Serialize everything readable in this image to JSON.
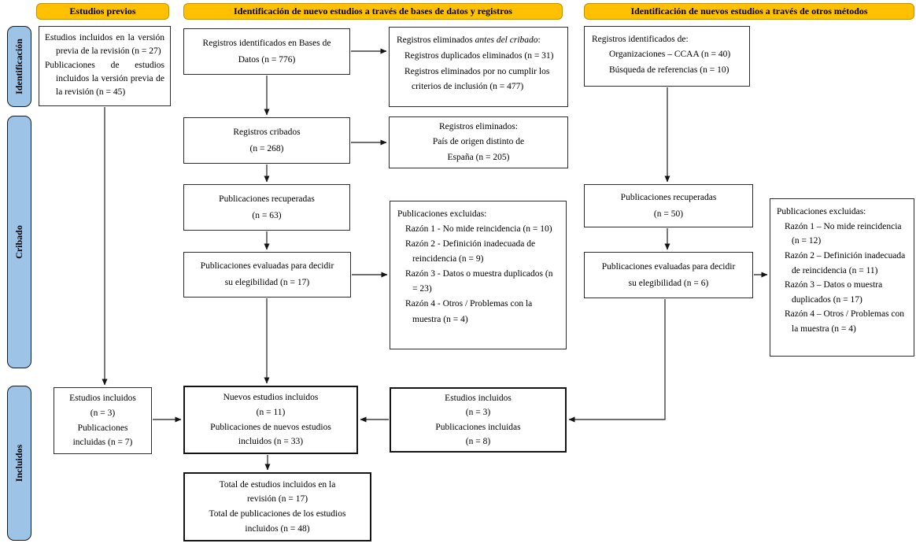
{
  "headers": {
    "previous": "Estudios previos",
    "databases": "Identificación de nuevo estudios a través de bases de datos y registros",
    "other": "Identificación de nuevos estudios a través de otros métodos"
  },
  "stages": {
    "identification": "Identificación",
    "screening": "Cribado",
    "included": "Incluidos"
  },
  "colors": {
    "header_fill": "#FFC000",
    "header_border": "#BF9000",
    "stage_fill": "#9DC3E6",
    "box_border": "#2B2B2B",
    "arrow": "#404040"
  },
  "boxes": {
    "previous_studies": {
      "p1": "Estudios incluidos en la versión previa de la revisión (n = 27)",
      "p2": "Publicaciones de estudios incluidos la versión previa de la revisión (n = 45)"
    },
    "db_identified": {
      "lines": [
        "Registros identificados en Bases de",
        "Datos (n = 776)"
      ]
    },
    "removed_before_screening": {
      "title_prefix": "Registros eliminados ",
      "title_italic": "antes del cribado",
      "title_suffix": ":",
      "items": [
        "Registros duplicados eliminados (n = 31)",
        "Registros eliminados por no cumplir los criterios de inclusión (n = 477)"
      ]
    },
    "other_identified": {
      "title": "Registros identificados de:",
      "items": [
        "Organizaciones – CCAA (n = 40)",
        "Búsqueda de referencias (n = 10)"
      ]
    },
    "screened": {
      "lines": [
        "Registros cribados",
        "(n = 268)"
      ]
    },
    "removed_country": {
      "lines": [
        "Registros eliminados:",
        "País de origen distinto de",
        "España (n = 205)"
      ]
    },
    "retrieved_db": {
      "lines": [
        "Publicaciones recuperadas",
        "(n = 63)"
      ]
    },
    "assessed_db": {
      "lines": [
        "Publicaciones evaluadas para decidir",
        "su elegibilidad (n = 17)"
      ]
    },
    "excluded_db": {
      "title": "Publicaciones excluidas:",
      "items": [
        "Razón 1 - No mide reincidencia (n = 10)",
        "Razón 2 - Definición inadecuada de reincidencia (n = 9)",
        "Razón 3 - Datos o muestra duplicados (n = 23)",
        "Razón 4 - Otros / Problemas con la muestra (n = 4)"
      ]
    },
    "retrieved_other": {
      "lines": [
        "Publicaciones recuperadas",
        "(n = 50)"
      ]
    },
    "assessed_other": {
      "lines": [
        "Publicaciones evaluadas para decidir",
        "su elegibilidad (n = 6)"
      ]
    },
    "excluded_other": {
      "title": "Publicaciones excluidas:",
      "items": [
        "Razón 1 – No mide reincidencia (n = 12)",
        "Razón 2 – Definición inadecuada de reincidencia (n = 11)",
        "Razón 3 – Datos o muestra duplicados (n = 17)",
        "Razón 4 – Otros / Problemas con la muestra (n = 4)"
      ]
    },
    "included_prev": {
      "lines": [
        "Estudios incluidos",
        "(n = 3)",
        "Publicaciones",
        "incluidas (n = 7)"
      ]
    },
    "new_included": {
      "lines": [
        "Nuevos estudios incluidos",
        "(n = 11)",
        "Publicaciones de nuevos estudios",
        "incluidos (n = 33)"
      ]
    },
    "included_other": {
      "lines": [
        "Estudios incluidos",
        "(n = 3)",
        "Publicaciones incluidas",
        "(n = 8)"
      ]
    },
    "total": {
      "lines": [
        "Total de estudios incluidos en la",
        "revisión (n = 17)",
        "Total de publicaciones de los estudios",
        "incluidos (n = 48)"
      ]
    }
  }
}
